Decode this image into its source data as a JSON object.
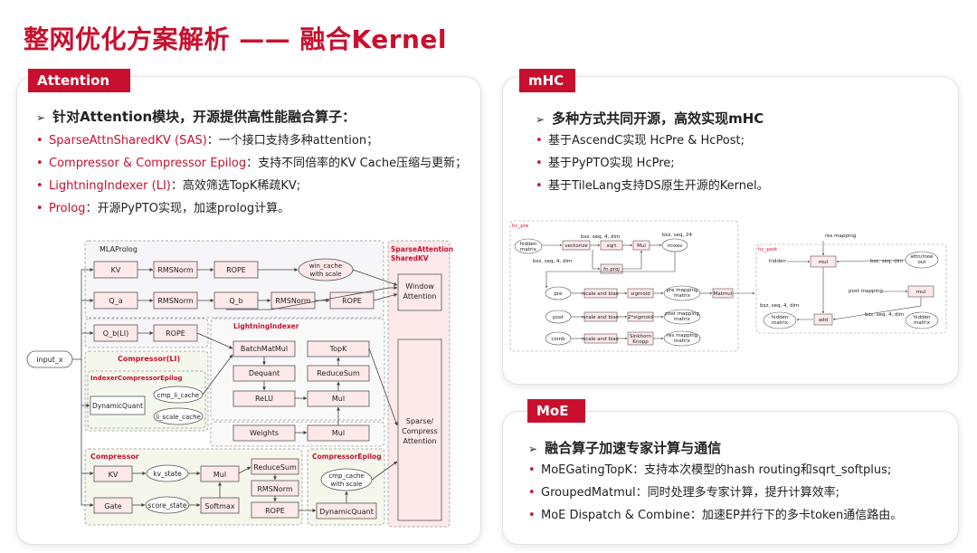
{
  "title": "整网优化方案解析 —— 融合Kernel",
  "colors": {
    "accent": "#c8102e",
    "pink_fill": "#fde9ea",
    "dash_border": "#999999"
  },
  "attention": {
    "tag": "Attention",
    "heading": "针对Attention模块，开源提供高性能融合算子：",
    "items": [
      {
        "name": "SparseAttnSharedKV (SAS)",
        "desc": "：一个接口支持多种attention；"
      },
      {
        "name": "Compressor & Compressor Epilog",
        "desc": "：支持不同倍率的KV Cache压缩与更新；"
      },
      {
        "name": "LightningIndexer (LI)",
        "desc": "：高效筛选TopK稀疏KV;"
      },
      {
        "name": "Prolog",
        "desc": "：开源PyPTO实现，加速prolog计算。"
      }
    ],
    "diagram": {
      "input": "input_x",
      "mla_label": "MLAProlog",
      "sas_label1": "SparseAttention",
      "sas_label2": "SharedKV",
      "nodes": {
        "kv": "KV",
        "rmsnorm1": "RMSNorm",
        "rope1": "ROPE",
        "win_cache1": "win_cache",
        "win_cache2": "with scale",
        "qa": "Q_a",
        "rmsnorm2": "RMSNorm",
        "qb": "Q_b",
        "rmsnorm3": "RMSNorm",
        "rope2": "ROPE",
        "window1": "Window",
        "window2": "Attention",
        "qbli": "Q_b(LI)",
        "rope3": "ROPE",
        "li_label": "LightningIndexer",
        "compressor_li": "Compressor(LI)",
        "ice_label": "IndexerCompressorEpilog",
        "dynquant1": "DynamicQuant",
        "cmp_li_cache": "cmp_li_cache",
        "li_scale_cache": "li_scale_cache",
        "batchmatmul": "BatchMatMul",
        "dequant": "Dequant",
        "relu": "ReLU",
        "weights": "Weights",
        "topk": "TopK",
        "reducesum1": "ReduceSum",
        "mul1": "Mul",
        "mul2": "Mul",
        "sparse1": "Sparse/",
        "sparse2": "Compress",
        "sparse3": "Attention",
        "comp_label": "Compressor",
        "kv2": "KV",
        "kv_state": "kv_state",
        "mul3": "Mul",
        "reducesum2": "ReduceSum",
        "rmsnorm4": "RMSNorm",
        "rope4": "ROPE",
        "gate": "Gate",
        "score_state": "score_state",
        "softmax": "Softmax",
        "ce_label": "CompressorEpilog",
        "cmp_cache1": "cmp_cache",
        "cmp_cache2": "with scale",
        "dynquant2": "DynamicQuant"
      }
    }
  },
  "mhc": {
    "tag": "mHC",
    "heading": "多种方式共同开源，高效实现mHC",
    "items": [
      "基于AscendC实现 HcPre & HcPost;",
      "基于PyPTO实现 HcPre;",
      "基于TileLang支持DS原生开源的Kernel。"
    ],
    "diagram": {
      "pre_label": "hc_pre",
      "post_label": "hc_post",
      "hidden_matrix": [
        "hidden",
        "matrix"
      ],
      "dim1": "bsz, seq, 4, dim",
      "dim2": "bsz, seq, dim",
      "dim3": "bsz, seq, 24",
      "vectorize": "vectorize",
      "sqrt": "sqrt",
      "mul": "Mul",
      "mixes": "mixes",
      "fn_proj": "fn proj",
      "pre": "pre",
      "post": "post",
      "comb": "comb",
      "scale_bias": "scale and bias",
      "sigmoid": "sigmoid",
      "sigmoid2": "2*sigmoid",
      "sinkhorn": [
        "Sinkhorn",
        "Knopp"
      ],
      "pre_map": [
        "pre mapping",
        "matrix"
      ],
      "post_map": [
        "post mapping",
        "matrix"
      ],
      "res_map": [
        "res mapping",
        "matrix"
      ],
      "matmul": "Matmul",
      "res_mapping": "res mapping",
      "hidden": "hidden",
      "mul_post1": "mul",
      "mul_post2": "mul",
      "attn_moe_out": [
        "attn/moe",
        "out"
      ],
      "post_mapping": "post mapping",
      "add": "add",
      "bsz_4dim": "bsz, seq, 4, dim",
      "bsz_dim": "bsz, seq, dim",
      "hidden_matrix2": [
        "hidden",
        "matrix"
      ],
      "bsz_4dim2": "bsz, seq, 4, dim",
      "hidden_matrix3": [
        "hidden",
        "matrix"
      ]
    }
  },
  "moe": {
    "tag": "MoE",
    "heading": "融合算子加速专家计算与通信",
    "items": [
      {
        "name": "MoEGatingTopK",
        "desc": "：支持本次模型的hash routing和sqrt_softplus;"
      },
      {
        "name": "GroupedMatmul",
        "desc": "：同时处理多专家计算，提升计算效率;"
      },
      {
        "name": "MoE Dispatch & Combine",
        "desc": "：加速EP并行下的多卡token通信路由。"
      }
    ]
  },
  "icons": {
    "bullet": "red-dot-icon",
    "heading_arrow": "arrow-right-icon"
  }
}
